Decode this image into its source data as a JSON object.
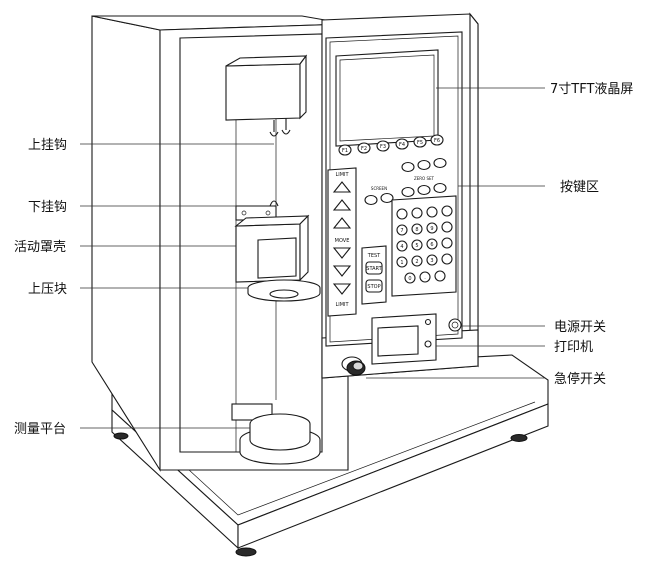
{
  "callouts": {
    "screen": "7寸TFT液晶屏",
    "keypad": "按键区",
    "power_switch": "电源开关",
    "printer": "打印机",
    "emergency_stop": "急停开关",
    "upper_hook": "上挂钩",
    "lower_hook": "下挂钩",
    "movable_cover": "活动罩壳",
    "upper_press_block": "上压块",
    "measuring_platform": "测量平台"
  },
  "panel": {
    "function_keys": [
      "F1",
      "F2",
      "F3",
      "F4",
      "F5",
      "F6"
    ],
    "limit_top": "LIMIT",
    "limit_bottom": "LIMIT",
    "move": "MOVE",
    "screen_label": "SCREEN",
    "zero_set": "ZERO SET",
    "test": "TEST",
    "start": "START",
    "stop": "STOP",
    "numeric_keys": [
      "7",
      "8",
      "9",
      "4",
      "5",
      "6",
      "1",
      "2",
      "3",
      "0",
      "."
    ]
  }
}
